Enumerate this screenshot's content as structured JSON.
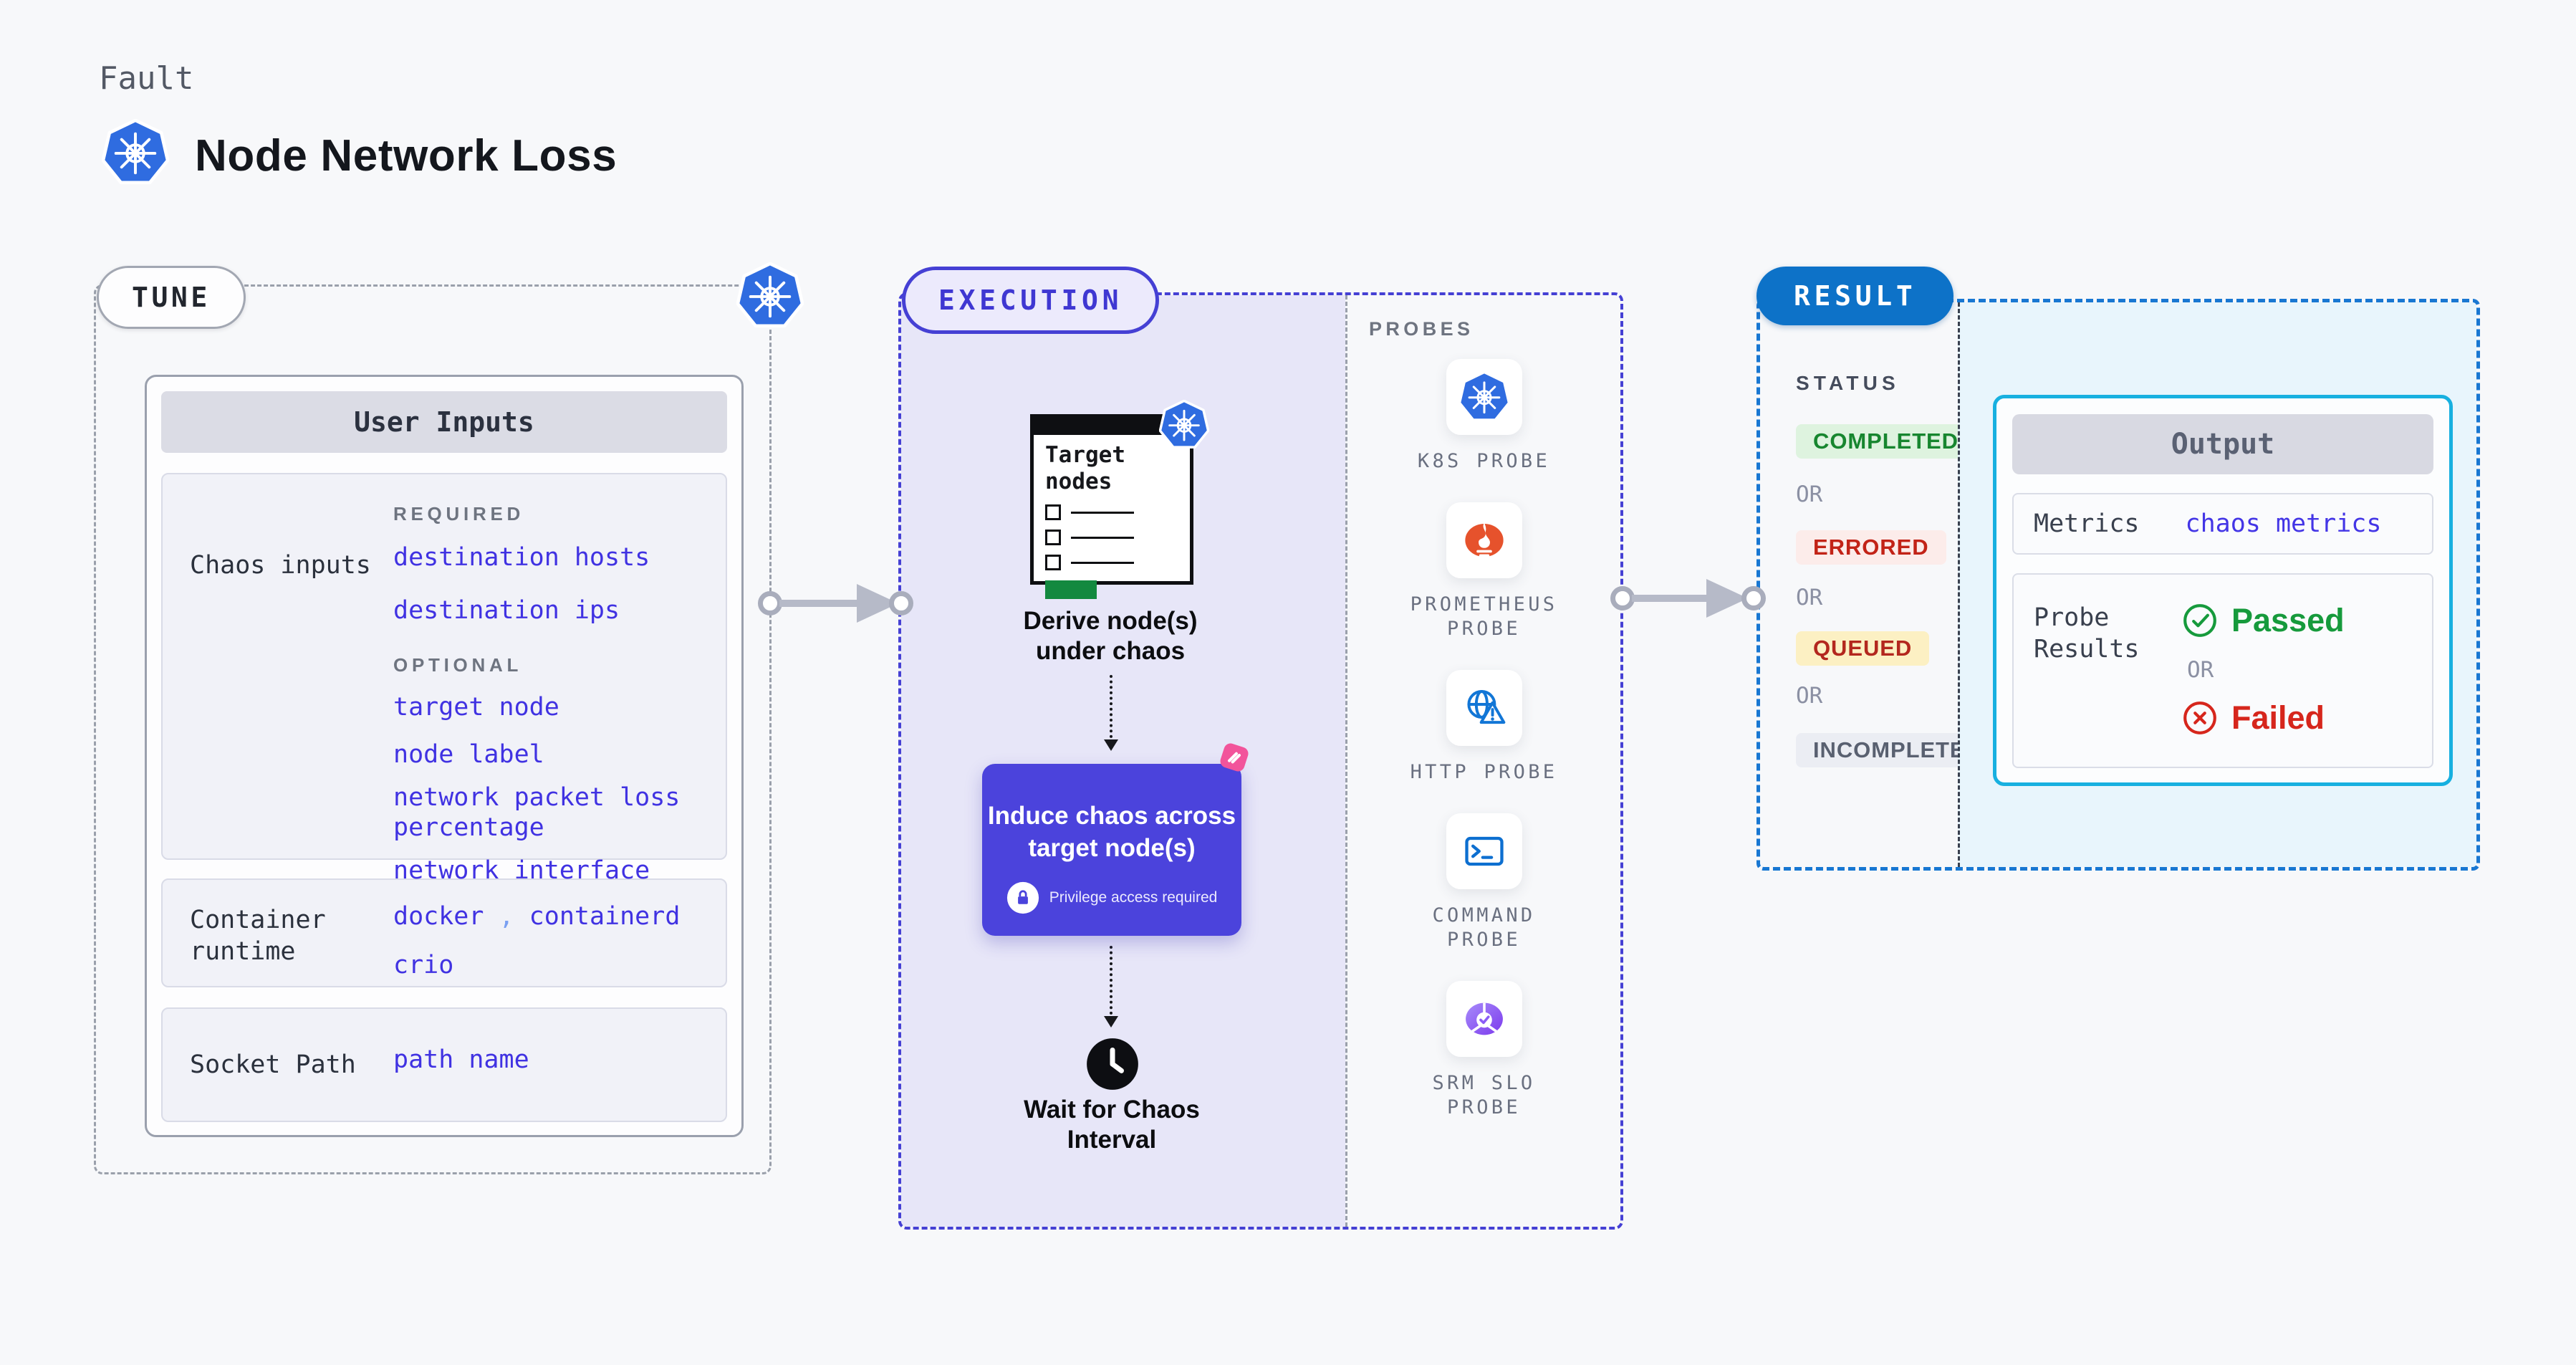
{
  "header": {
    "kicker": "Fault",
    "title": "Node Network Loss",
    "icon": "kubernetes-icon"
  },
  "tune": {
    "pill": "TUNE",
    "panel_title": "User Inputs",
    "rows": [
      {
        "label": "Chaos inputs",
        "groups": [
          {
            "caption": "REQUIRED",
            "items": [
              "destination hosts",
              "destination ips"
            ]
          },
          {
            "caption": "OPTIONAL",
            "items": [
              "target node",
              "node label",
              "network packet loss percentage",
              "network interface"
            ]
          }
        ]
      },
      {
        "label": "Container runtime",
        "values": [
          "docker",
          "containerd",
          "crio"
        ],
        "separator": ","
      },
      {
        "label": "Socket Path",
        "values": [
          "path name"
        ]
      }
    ]
  },
  "execution": {
    "pill": "EXECUTION",
    "card_title": "Target nodes",
    "derive_label": "Derive node(s) under chaos",
    "induce_label": "Induce chaos across target node(s)",
    "privilege_note": "Privilege access required",
    "wait_label": "Wait for Chaos Interval",
    "probes_caption": "PROBES",
    "probes": [
      {
        "label": "K8S PROBE",
        "icon": "kubernetes-icon"
      },
      {
        "label": "PROMETHEUS PROBE",
        "icon": "prometheus-icon"
      },
      {
        "label": "HTTP PROBE",
        "icon": "http-globe-warning-icon"
      },
      {
        "label": "COMMAND PROBE",
        "icon": "terminal-icon"
      },
      {
        "label": "SRM SLO PROBE",
        "icon": "slo-pie-check-icon"
      }
    ]
  },
  "result": {
    "pill": "RESULT",
    "status_caption": "STATUS",
    "or_label": "OR",
    "statuses": [
      {
        "label": "COMPLETED",
        "color": "#17862f",
        "bg": "#def3df"
      },
      {
        "label": "ERRORED",
        "color": "#c22317",
        "bg": "#fcecea"
      },
      {
        "label": "QUEUED",
        "color": "#b3271e",
        "bg": "#fcf0c3"
      },
      {
        "label": "INCOMPLETED",
        "color": "#596070",
        "bg": "#ebedf3"
      }
    ],
    "output": {
      "title": "Output",
      "metrics_label": "Metrics",
      "metrics_value": "chaos metrics",
      "probe_results_label": "Probe Results",
      "passed_label": "Passed",
      "failed_label": "Failed"
    }
  },
  "colors": {
    "page_bg": "#f7f8fa",
    "kubernetes_blue": "#2f6ce0",
    "execution_indigo": "#4540d4",
    "execution_bg": "#e7e6f8",
    "chaos_purple": "#4b43dc",
    "litmus_pink": "#f2549b",
    "result_blue": "#0d72c8",
    "result_dash_blue": "#1877d2",
    "cyan_border": "#17b0e0",
    "cyan_bg": "#e8f5fc",
    "value_blue": "#4032e2",
    "passed_green": "#169a3c",
    "failed_red": "#d6261c",
    "queued_yellow_bg": "#fcf0c3",
    "green_bar": "#13893f"
  }
}
